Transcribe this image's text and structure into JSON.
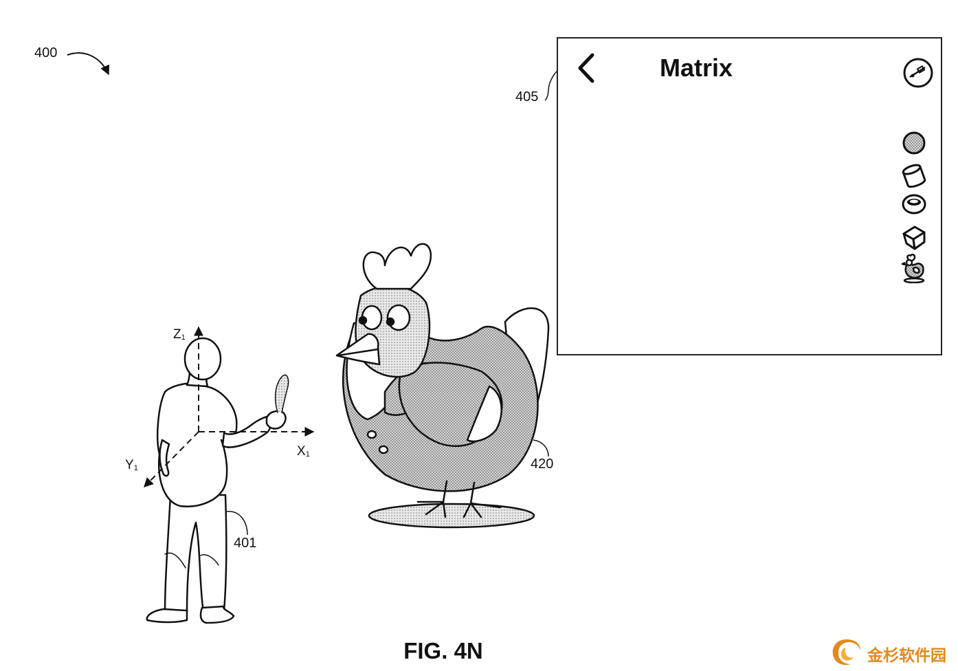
{
  "figure": {
    "ref_main": "400",
    "ref_panel": "405",
    "ref_person": "401",
    "ref_chicken": "420",
    "caption": "FIG. 4N"
  },
  "axes": {
    "z_letter": "Z",
    "z_sub": "1",
    "x_letter": "X",
    "x_sub": "1",
    "y_letter": "Y",
    "y_sub": "1"
  },
  "panel": {
    "title": "Matrix",
    "back_icon": "chevron-left-icon",
    "settings_icon": "measure-disc-icon",
    "tools": [
      {
        "icon": "sphere-icon"
      },
      {
        "icon": "cylinder-icon"
      },
      {
        "icon": "torus-icon"
      },
      {
        "icon": "cube-icon"
      },
      {
        "icon": "chicken-icon"
      }
    ]
  },
  "watermark": {
    "text": "金杉软件园",
    "color": "#e08a1e"
  },
  "colors": {
    "ink": "#111111",
    "shading": "#9a9a9a"
  }
}
